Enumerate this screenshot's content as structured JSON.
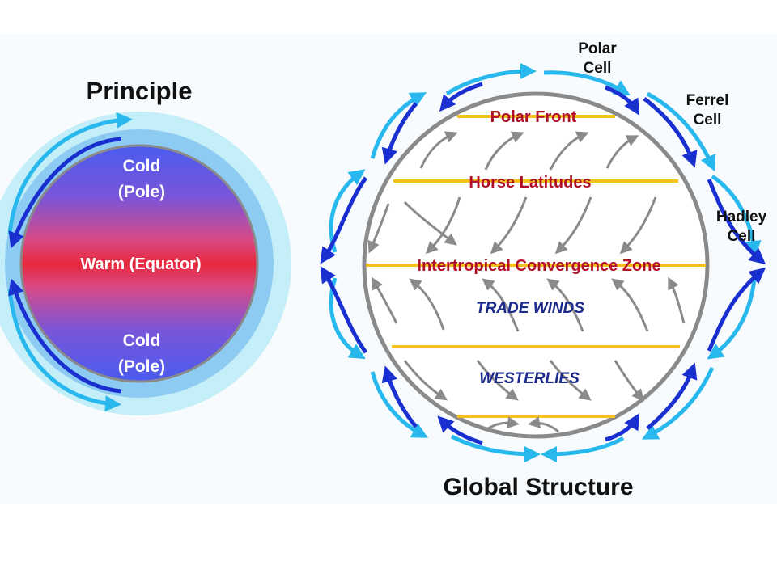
{
  "principle": {
    "title": "Principle",
    "cold_top_line1": "Cold",
    "cold_top_line2": "(Pole)",
    "warm": "Warm (Equator)",
    "cold_bottom_line1": "Cold",
    "cold_bottom_line2": "(Pole)"
  },
  "global": {
    "title": "Global Structure",
    "zones": {
      "polar_front": "Polar Front",
      "horse_latitudes": "Horse Latitudes",
      "itcz": "Intertropical Convergence Zone"
    },
    "winds": {
      "trade": "TRADE WINDS",
      "westerlies": "WESTERLIES"
    },
    "cells": {
      "polar_line1": "Polar",
      "polar_line2": "Cell",
      "ferrel_line1": "Ferrel",
      "ferrel_line2": "Cell",
      "hadley_line1": "Hadley",
      "hadley_line2": "Cell"
    }
  },
  "colors": {
    "light_cyan": "#29b8ee",
    "dark_blue": "#1a2fd0",
    "latitude_line": "#f4c21c",
    "zone_text": "#b0102a",
    "wind_text": "#1c2a8c",
    "warm_red": "#e8283c",
    "cold_blue": "#4a5cf0"
  }
}
